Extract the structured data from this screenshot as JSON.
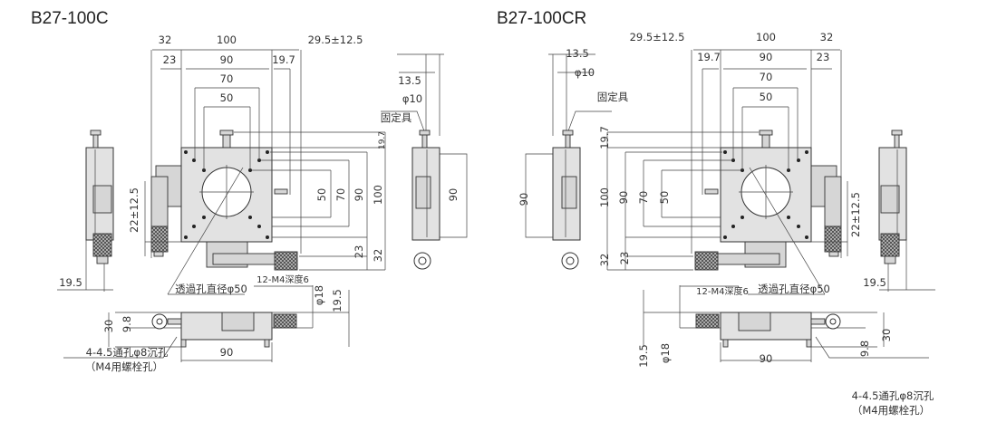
{
  "left": {
    "title": "B27-100C",
    "dims": [
      "32",
      "100",
      "29.5±12.5",
      "23",
      "90",
      "19.7",
      "70",
      "50",
      "13.5",
      "φ10",
      "固定具",
      "19.7",
      "50",
      "70",
      "90",
      "100",
      "90",
      "22±12.5",
      "23",
      "32",
      "19.5",
      "12-M4深度6",
      "透過孔直径φ50",
      "φ18",
      "19.5",
      "30",
      "9.8",
      "90",
      "4-4.5通孔φ8沉孔",
      "（M4用螺栓孔）"
    ]
  },
  "right": {
    "title": "B27-100CR",
    "dims": [
      "29.5±12.5",
      "100",
      "32",
      "19.7",
      "90",
      "23",
      "70",
      "50",
      "13.5",
      "φ10",
      "固定具",
      "19.7",
      "100",
      "90",
      "70",
      "50",
      "90",
      "32",
      "23",
      "22±12.5",
      "19.5",
      "12-M4深度6",
      "透過孔直径φ50",
      "19.5",
      "φ18",
      "30",
      "9.8",
      "90",
      "4-4.5通孔φ8沉孔",
      "（M4用螺栓孔）"
    ]
  }
}
